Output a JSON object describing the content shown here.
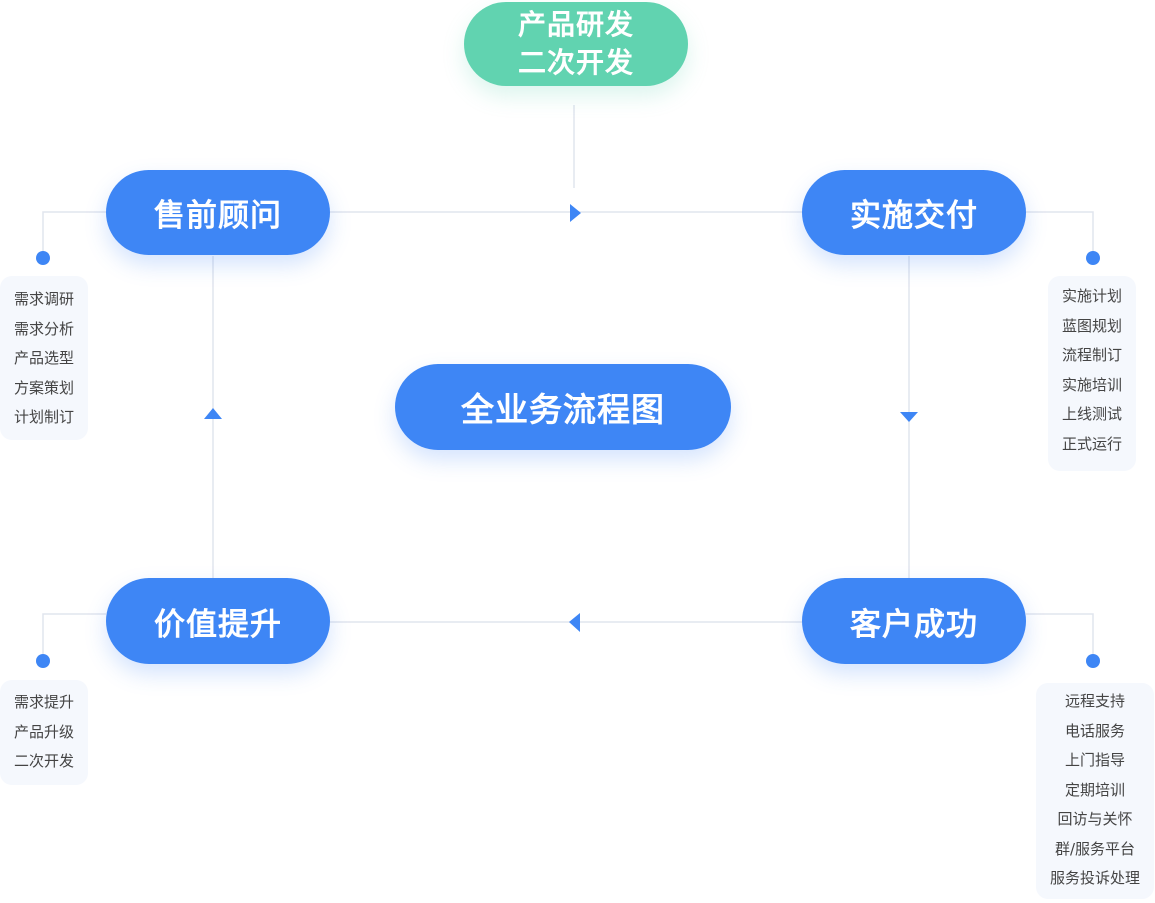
{
  "center": {
    "title": "全业务流程图"
  },
  "top": {
    "line1": "产品研发",
    "line2": "二次开发"
  },
  "nodes": {
    "presales": {
      "label": "售前顾问",
      "items": [
        "需求调研",
        "需求分析",
        "产品选型",
        "方案策划",
        "计划制订"
      ]
    },
    "delivery": {
      "label": "实施交付",
      "items": [
        "实施计划",
        "蓝图规划",
        "流程制订",
        "实施培训",
        "上线测试",
        "正式运行"
      ]
    },
    "success": {
      "label": "客户成功",
      "items": [
        "远程支持",
        "电话服务",
        "上门指导",
        "定期培训",
        "回访与关怀",
        "群/服务平台",
        "服务投诉处理"
      ]
    },
    "value": {
      "label": "价值提升",
      "items": [
        "需求提升",
        "产品升级",
        "二次开发"
      ]
    }
  },
  "colors": {
    "primary": "#3e86f5",
    "accent_green": "#61d3b0",
    "connector": "#e1e5ee",
    "list_bg": "#f5f8fd",
    "list_text": "#444444"
  }
}
